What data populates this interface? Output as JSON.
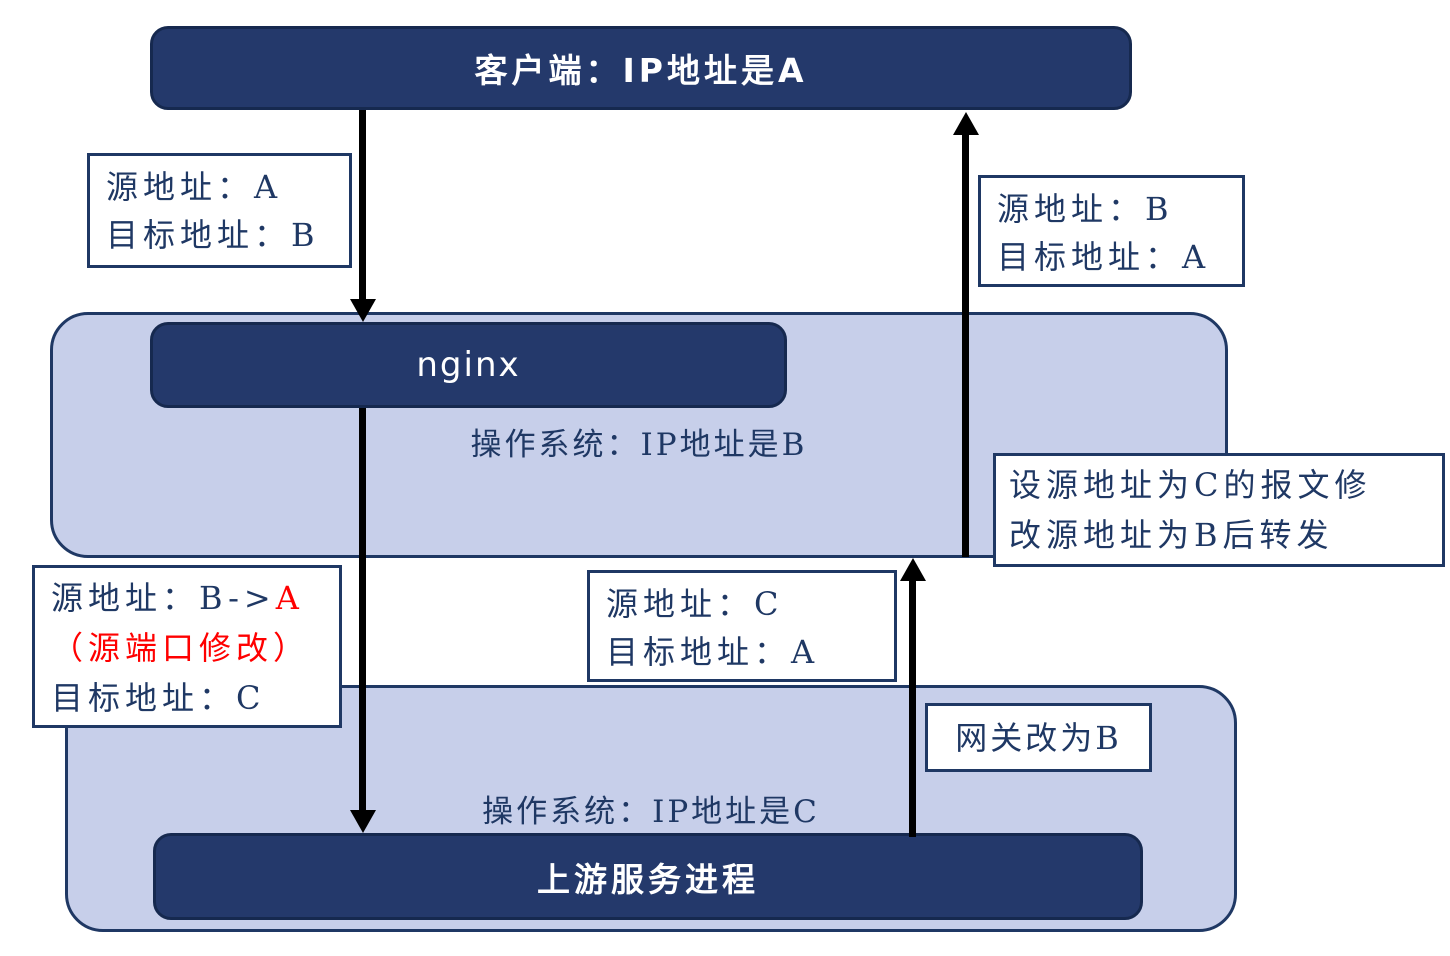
{
  "colors": {
    "dark_navy_fill": "#24396B",
    "dark_navy_border": "#16294F",
    "light_blue_fill": "#C7CFEA",
    "navy_outline": "#1F3864",
    "navy_text": "#1F3864",
    "red_text": "#FF0000",
    "arrow": "#000000",
    "note_bg": "#FFFFFF"
  },
  "nodes": {
    "client": {
      "label": "客户端：IP地址是A"
    },
    "nginx": {
      "label": "nginx"
    },
    "nginx_os": {
      "label": "操作系统：IP地址是B"
    },
    "upstream_os": {
      "label": "操作系统：IP地址是C"
    },
    "upstream": {
      "label": "上游服务进程"
    }
  },
  "notes": {
    "client_to_nginx": {
      "line1": "源地址：A",
      "line2": "目标地址：B"
    },
    "nginx_to_client": {
      "line1": "源地址：B",
      "line2": "目标地址：A"
    },
    "nginx_to_upstream": {
      "line1_prefix": "源地址：B->",
      "line1_highlight": "A",
      "line2": "（源端口修改）",
      "line3": "目标地址：C"
    },
    "upstream_to_nginx": {
      "line1": "源地址：C",
      "line2": "目标地址：A"
    },
    "snat_note": {
      "line1": "设源地址为C的报文修",
      "line2": "改源地址为B后转发"
    },
    "gateway_note": {
      "label": "网关改为B"
    }
  }
}
